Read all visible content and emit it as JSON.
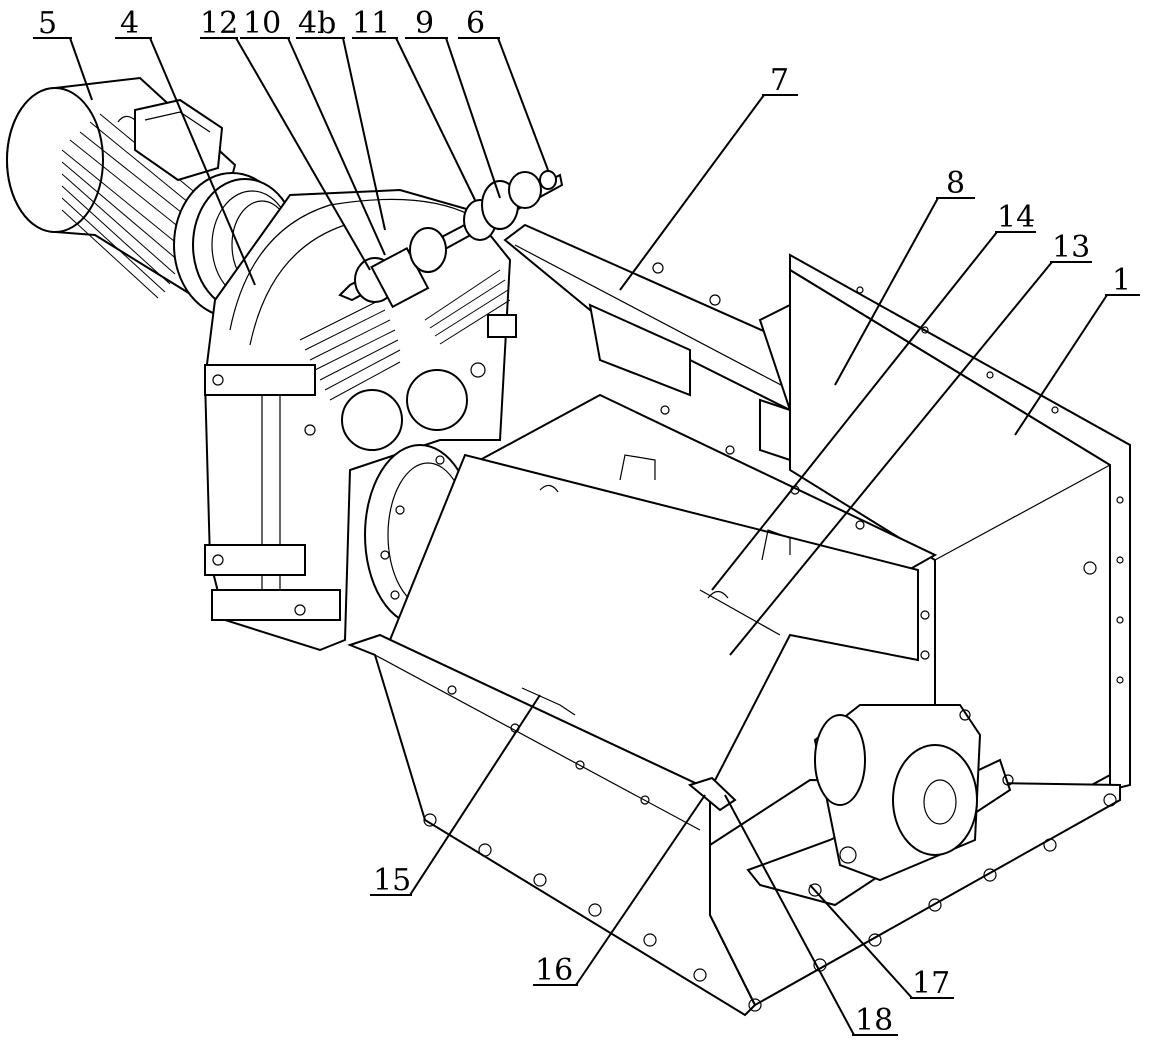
{
  "figure": {
    "labels": {
      "l5": "5",
      "l4": "4",
      "l12": "12",
      "l10": "10",
      "l4b": "4b",
      "l11": "11",
      "l9": "9",
      "l6": "6",
      "l7": "7",
      "l8": "8",
      "l14": "14",
      "l13": "13",
      "l1": "1",
      "l15": "15",
      "l16": "16",
      "l18": "18",
      "l17": "17"
    }
  }
}
